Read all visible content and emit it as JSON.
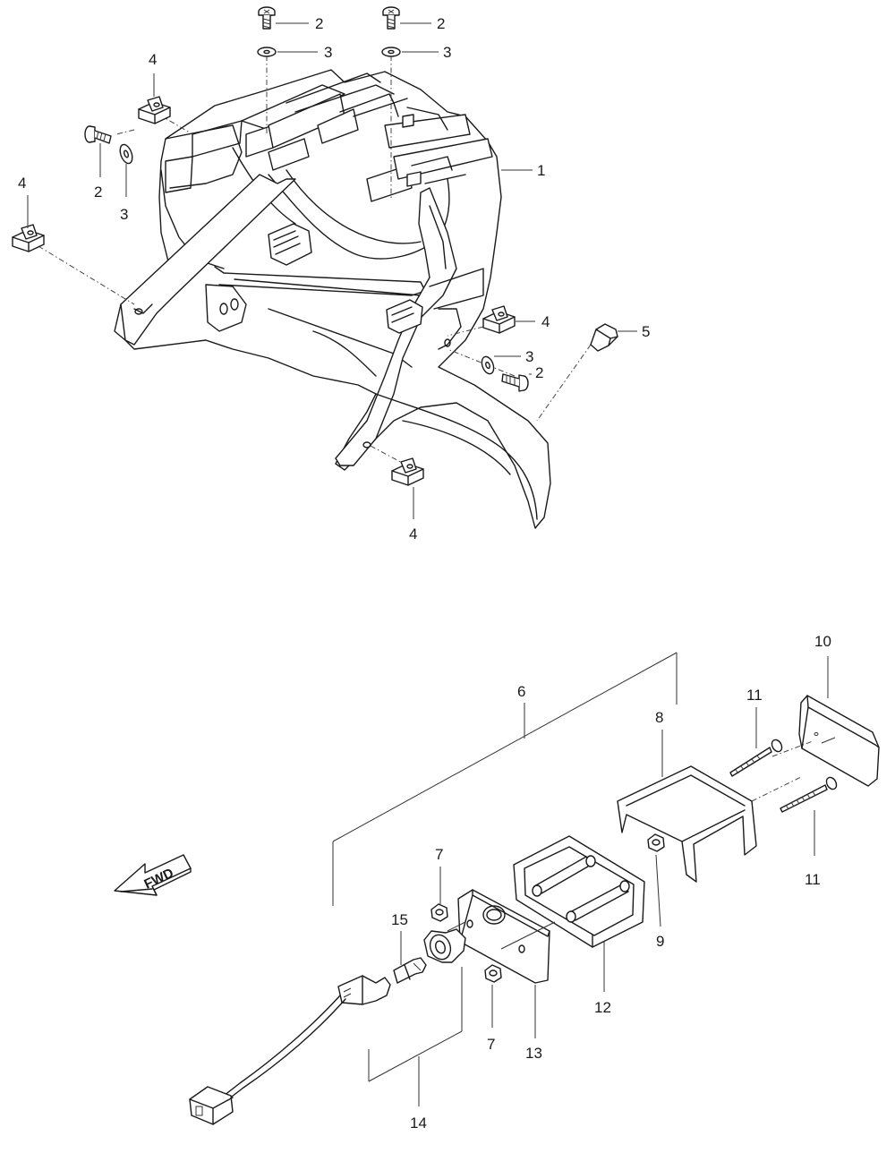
{
  "diagram": {
    "fwd_label": "FWD",
    "callouts": {
      "c1": "1",
      "c2a": "2",
      "c2b": "2",
      "c2c": "2",
      "c2d": "2",
      "c3a": "3",
      "c3b": "3",
      "c3c": "3",
      "c3d": "3",
      "c4a": "4",
      "c4b": "4",
      "c4c": "4",
      "c4d": "4",
      "c5": "5",
      "c6": "6",
      "c7a": "7",
      "c7b": "7",
      "c8": "8",
      "c9": "9",
      "c10": "10",
      "c11a": "11",
      "c11b": "11",
      "c12": "12",
      "c13": "13",
      "c14": "14",
      "c15": "15"
    }
  }
}
